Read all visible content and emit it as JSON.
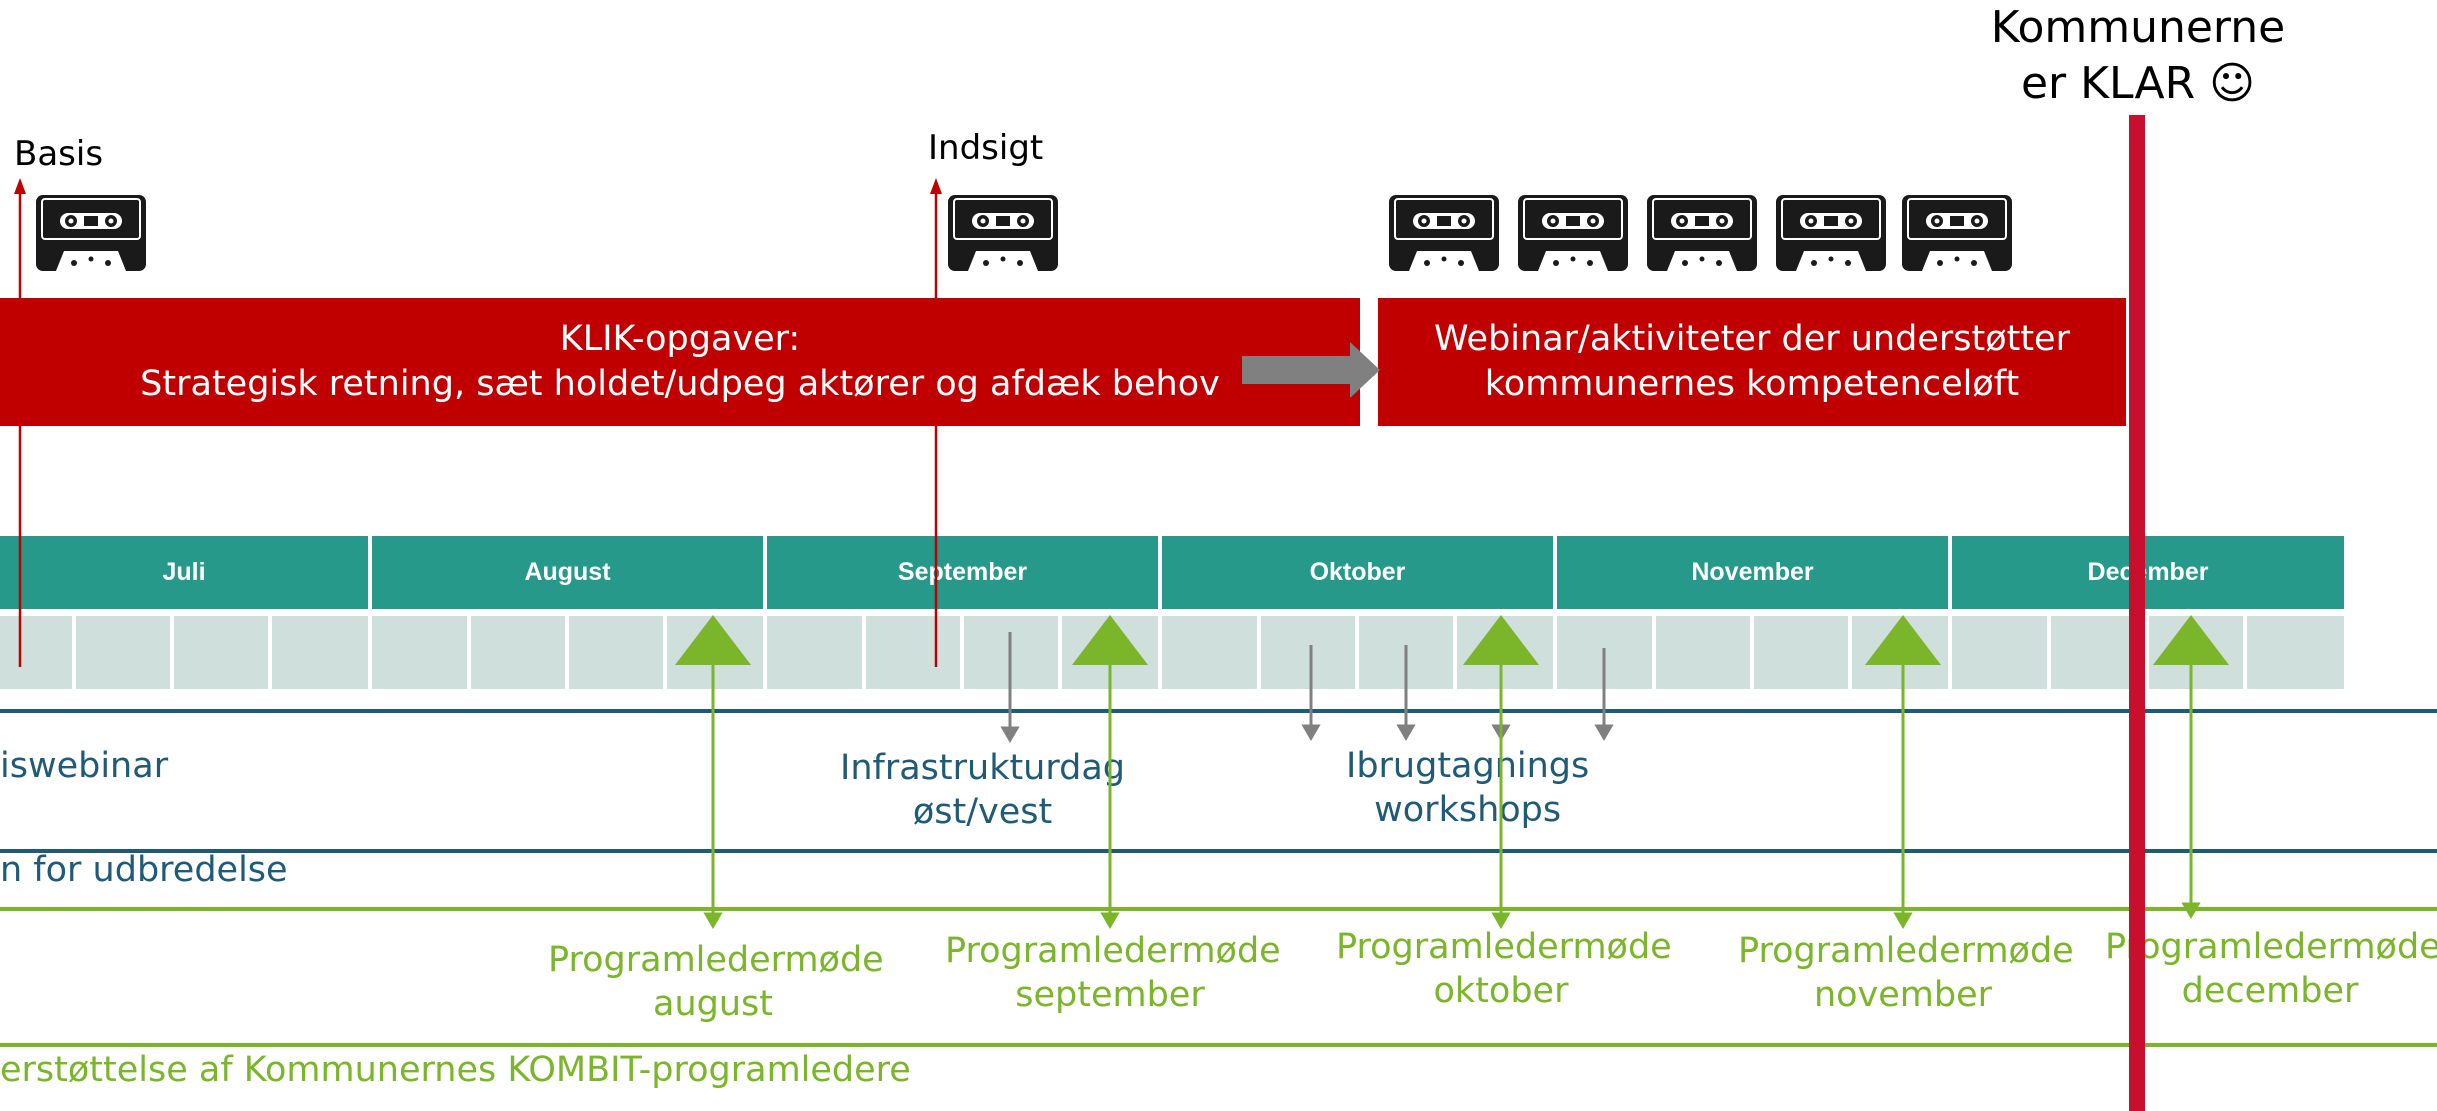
{
  "goal": {
    "line1": "Kommunerne",
    "line2": "er KLAR ☺"
  },
  "milestones": {
    "basis": "Basis",
    "indsigt": "Indsigt"
  },
  "klik_box": {
    "line1": "KLIK-opgaver:",
    "line2": "Strategisk retning, sæt holdet/udpeg aktører og afdæk behov"
  },
  "webinar_box": {
    "line1": "Webinar/aktiviteter der understøtter",
    "line2": "kommunernes kompetenceløft"
  },
  "months": [
    "Juli",
    "August",
    "September",
    "Oktober",
    "November",
    "December"
  ],
  "udbredelse": {
    "webinar_label": "iswebinar",
    "infra": {
      "line1": "Infrastrukturdag",
      "line2": "øst/vest"
    },
    "ibrug": {
      "line1": "Ibrugtagnings",
      "line2": "workshops"
    },
    "footer": "n for udbredelse"
  },
  "programledermoeder": [
    {
      "line1": "Programledermøde",
      "line2": "august"
    },
    {
      "line1": "Programledermøde",
      "line2": "september"
    },
    {
      "line1": "Programledermøde",
      "line2": "oktober"
    },
    {
      "line1": "Programledermøde",
      "line2": "november"
    },
    {
      "line1": "Programledermøde",
      "line2": "december"
    }
  ],
  "stoette_footer": "erstøttelse af Kommunernes KOMBIT-programledere",
  "colors": {
    "red": "#c00000",
    "deadline": "#c8102e",
    "teal": "#26998a",
    "week": "#cfdfdc",
    "blue": "#1f5a77",
    "green": "#7ab52a",
    "grey_arrow": "#808080"
  },
  "icons": [
    "cassette-icon"
  ]
}
